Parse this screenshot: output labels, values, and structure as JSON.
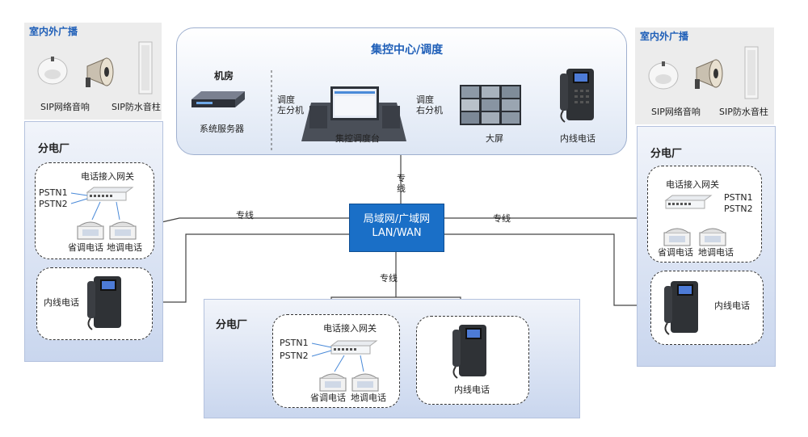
{
  "broadcast_left": {
    "title": "室内外广播",
    "speaker_label": "SIP网络音响",
    "column_label": "SIP防水音柱"
  },
  "broadcast_right": {
    "title": "室内外广播",
    "speaker_label": "SIP网络音响",
    "column_label": "SIP防水音柱"
  },
  "control_center": {
    "title": "集控中心/调度",
    "machine_room_label": "机房",
    "server_label": "系统服务器",
    "left_ext_label": "调度\n左分机",
    "right_ext_label": "调度\n右分机",
    "console_label": "集控调度台",
    "screen_label": "大屏",
    "phone_label": "内线电话"
  },
  "wan": {
    "line1": "局域网/广域网",
    "line2": "LAN/WAN"
  },
  "line_labels": {
    "top": "专\n线",
    "left": "专线",
    "right": "专线",
    "bottom": "专线"
  },
  "plant_left": {
    "title": "分电厂",
    "gateway_label": "电话接入网关",
    "pstn1": "PSTN1",
    "pstn2": "PSTN2",
    "prov_phone": "省调电话",
    "local_phone": "地调电话",
    "internal_phone": "内线电话"
  },
  "plant_right": {
    "title": "分电厂",
    "gateway_label": "电话接入网关",
    "pstn1": "PSTN1",
    "pstn2": "PSTN2",
    "prov_phone": "省调电话",
    "local_phone": "地调电话",
    "internal_phone": "内线电话"
  },
  "plant_bottom": {
    "title": "分电厂",
    "gateway_label": "电话接入网关",
    "pstn1": "PSTN1",
    "pstn2": "PSTN2",
    "prov_phone": "省调电话",
    "local_phone": "地调电话",
    "internal_phone": "内线电话"
  },
  "colors": {
    "accent": "#1f5fb8",
    "wan_box": "#1a6fc7",
    "panel_bottom": "#c9d6ee"
  }
}
